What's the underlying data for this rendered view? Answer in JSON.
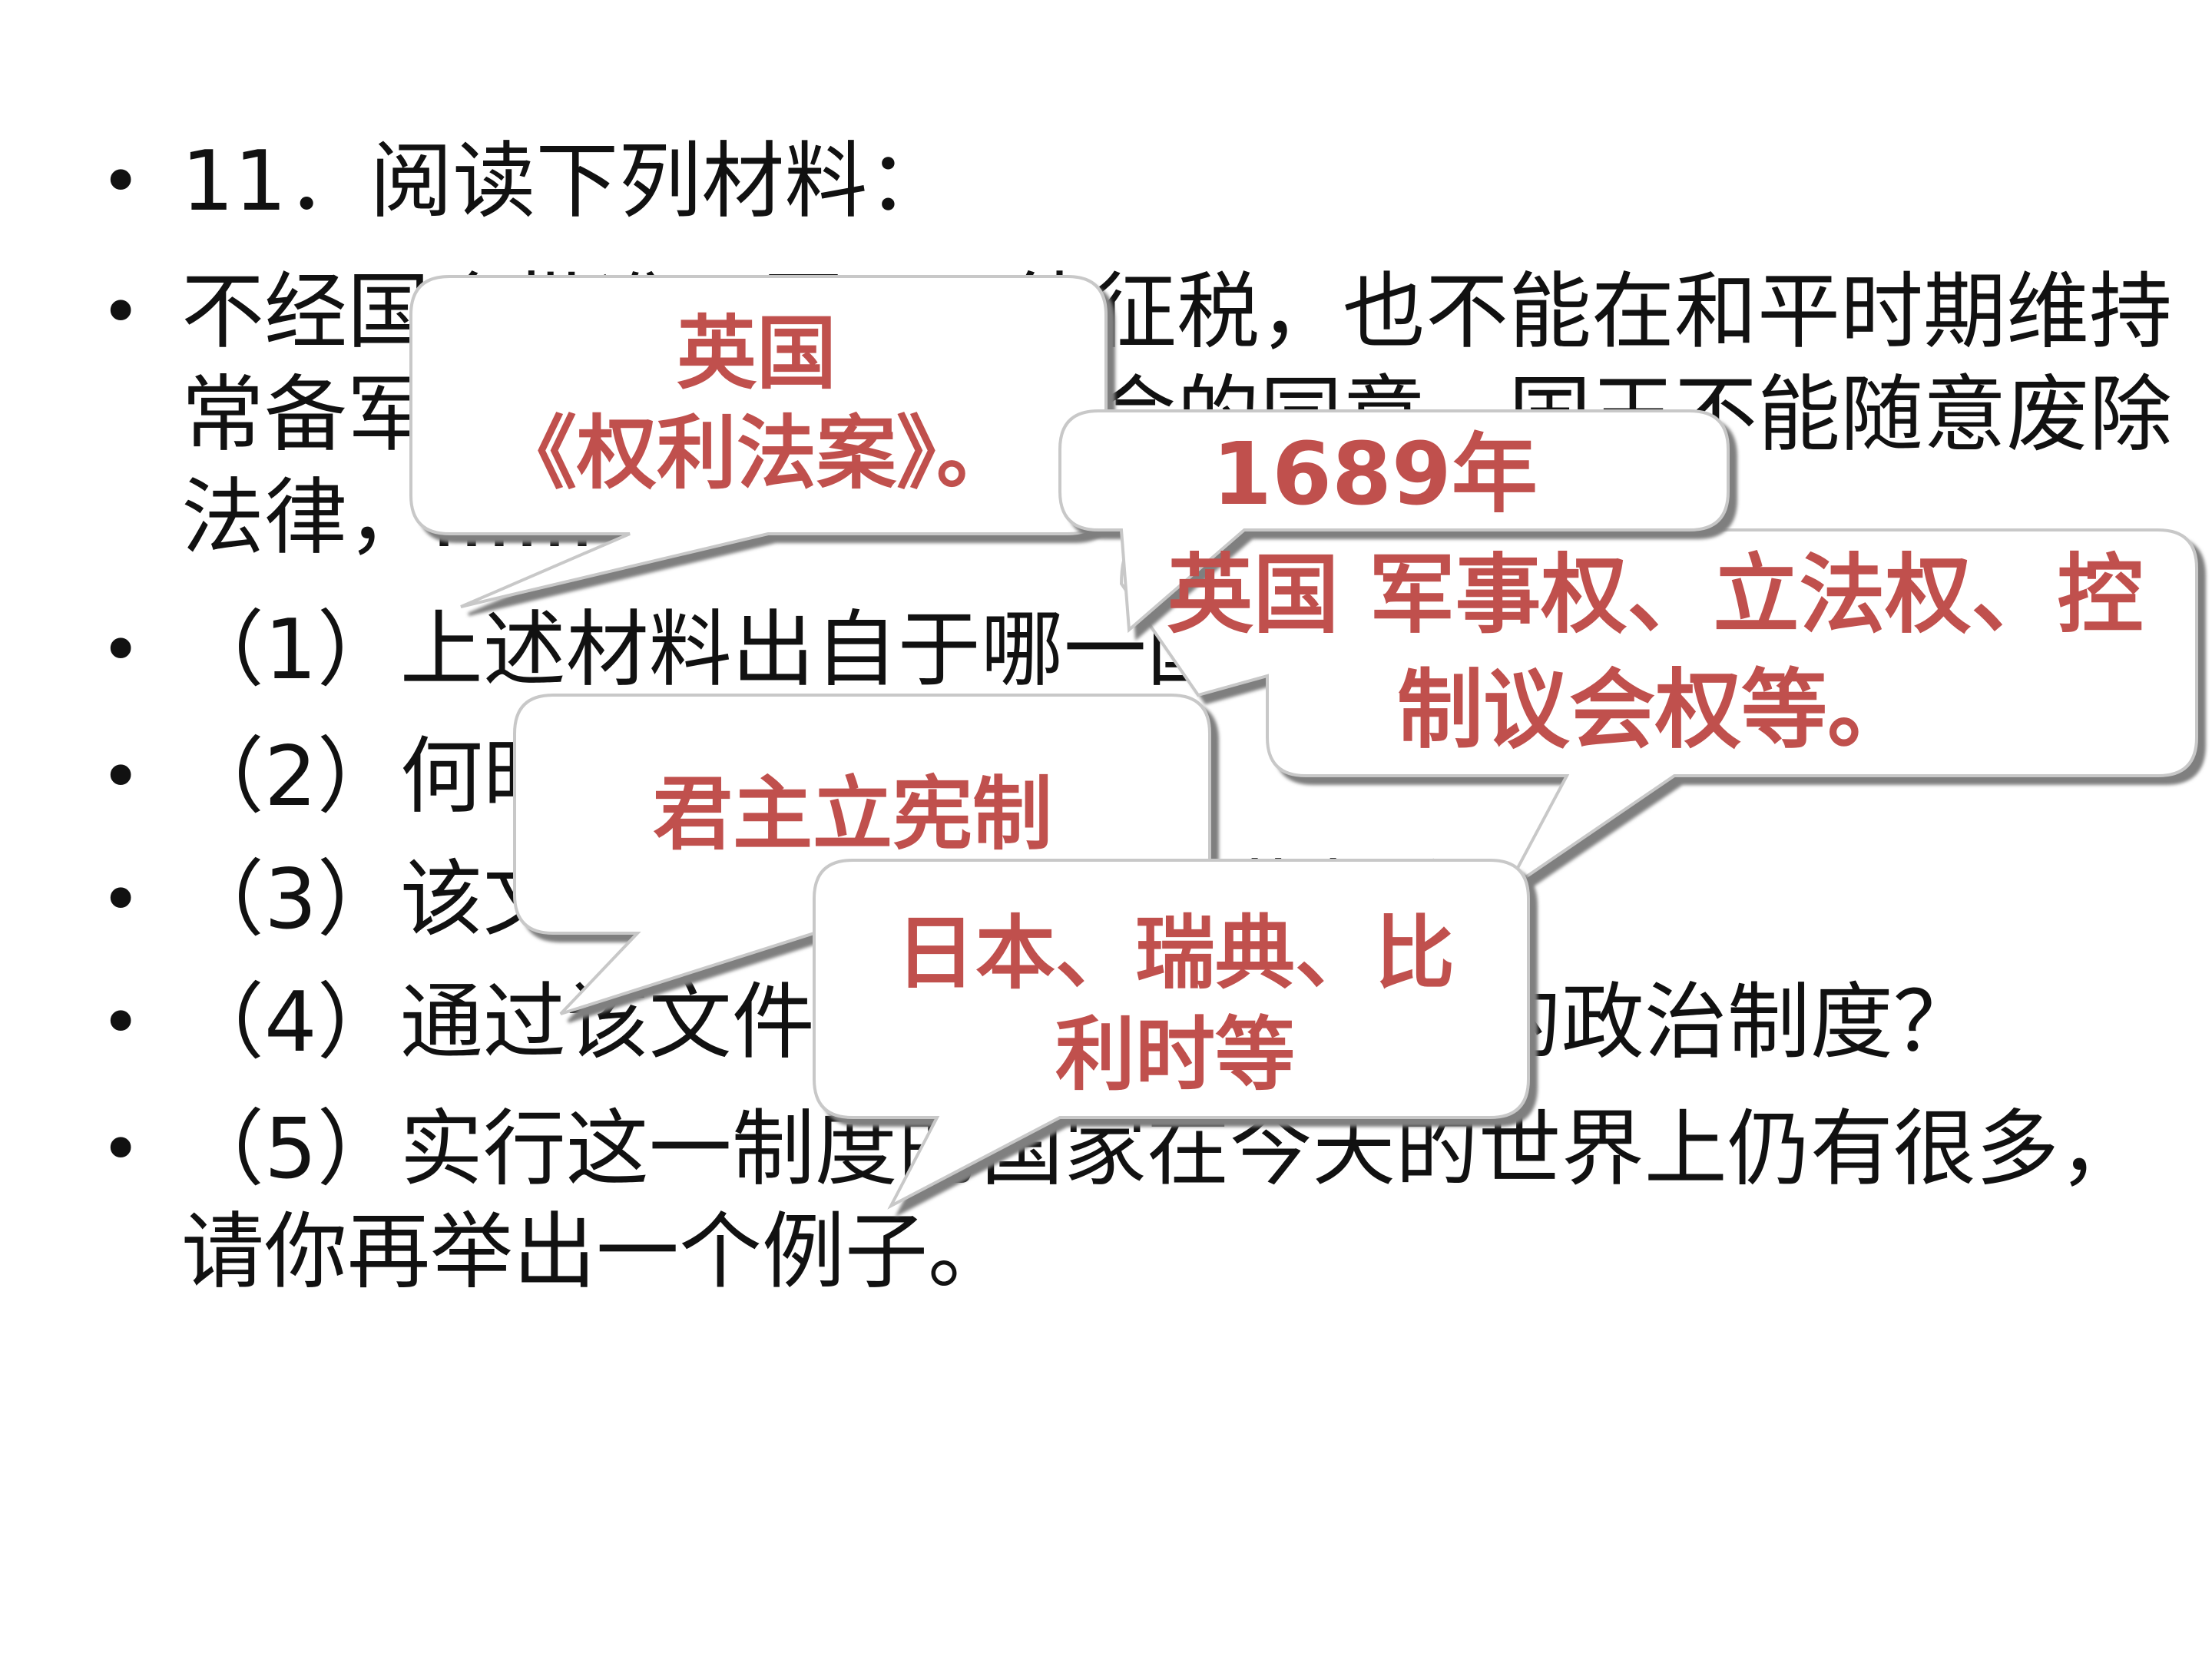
{
  "slide": {
    "bullet_glyph": "•",
    "items": [
      {
        "text": "11．阅读下列材料："
      },
      {
        "text": "不经国会批准，国王不能征税，也不能在和平时期维持常备军；凡法律，没有国会的同意，国王不能随意废除法律，……"
      },
      {
        "text": "（1）上述材料出自于哪一国的哪一个文件？"
      },
      {
        "text": "（2）何时颁布的？"
      },
      {
        "text": "（3）该文件限制了国王的哪些权利？"
      },
      {
        "text": "（4）通过该文件，英国确立了怎样的政治制度？"
      },
      {
        "text": "（5）实行这一制度的国家在今天的世界上仍有很多，请你再举出一个例子。"
      }
    ]
  },
  "callouts": [
    {
      "lines": [
        "英国",
        "《权利法案》。"
      ]
    },
    {
      "lines": [
        "1689年"
      ]
    },
    {
      "lines": [
        "英国 军事权、立法权、控",
        "制议会权等。"
      ]
    },
    {
      "lines": [
        "君主立宪制"
      ]
    },
    {
      "lines": [
        "日本、瑞典、比",
        "利时等"
      ]
    }
  ],
  "colors": {
    "answer_text": "#c0504d",
    "body_text": "#111111",
    "callout_fill": "#ffffff",
    "callout_border": "#c8c8c8",
    "callout_shadow": "#7f7f7f"
  }
}
